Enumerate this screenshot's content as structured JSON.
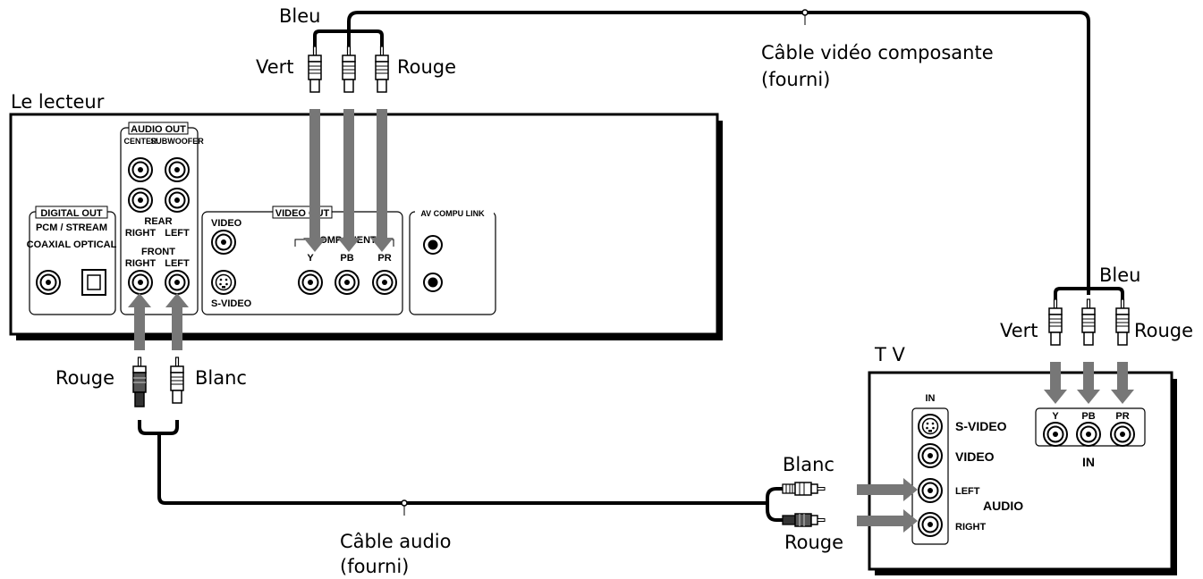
{
  "player": {
    "title": "Le lecteur",
    "audio_out": "AUDIO OUT",
    "center": "CENTER",
    "subwoofer": "SUBWOOFER",
    "rear": "REAR",
    "rear_right": "RIGHT",
    "rear_left": "LEFT",
    "front": "FRONT",
    "front_right": "RIGHT",
    "front_left": "LEFT",
    "digital_out": "DIGITAL OUT",
    "pcm_stream": "PCM / STREAM",
    "coaxial_optical": "COAXIAL OPTICAL",
    "video_out": "VIDEO OUT",
    "video": "VIDEO",
    "s_video": "S-VIDEO",
    "component": "COMPONENT",
    "y": "Y",
    "pb": "PB",
    "pr": "PR",
    "av_compu_link": "AV COMPU LINK"
  },
  "tv": {
    "title": "T V",
    "in_left": "IN",
    "s_video": "S-VIDEO",
    "video": "VIDEO",
    "left": "LEFT",
    "audio": "AUDIO",
    "right": "RIGHT",
    "y": "Y",
    "pb": "PB",
    "pr": "PR",
    "in_right": "IN"
  },
  "cables": {
    "component_top_bleu": "Bleu",
    "component_top_vert": "Vert",
    "component_top_rouge": "Rouge",
    "component_cable_line1": "Câble vidéo composante",
    "component_cable_line2": "(fourni)",
    "component_tv_bleu": "Bleu",
    "component_tv_vert": "Vert",
    "component_tv_rouge": "Rouge",
    "audio_player_rouge": "Rouge",
    "audio_player_blanc": "Blanc",
    "audio_cable_line1": "Câble audio",
    "audio_cable_line2": "(fourni)",
    "audio_tv_blanc": "Blanc",
    "audio_tv_rouge": "Rouge"
  }
}
